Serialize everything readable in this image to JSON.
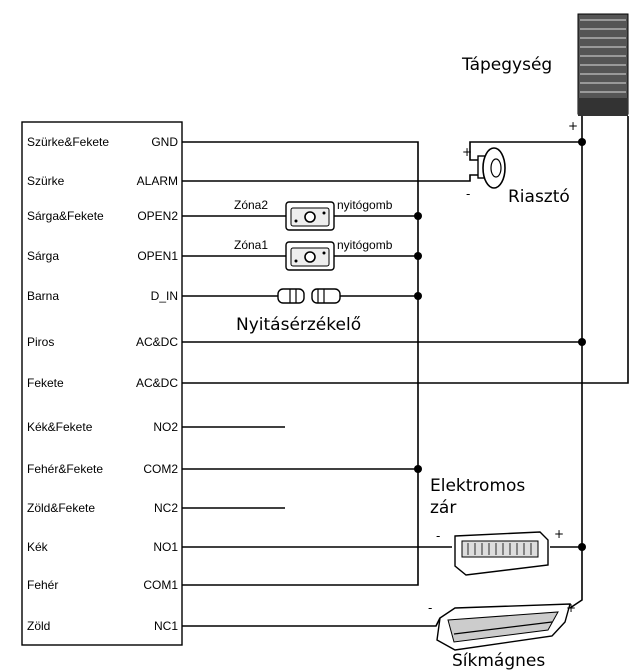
{
  "controller": {
    "rows": [
      {
        "color": "Szürke&Fekete",
        "pin": "GND"
      },
      {
        "color": "Szürke",
        "pin": "ALARM"
      },
      {
        "color": "Sárga&Fekete",
        "pin": "OPEN2"
      },
      {
        "color": "Sárga",
        "pin": "OPEN1"
      },
      {
        "color": "Barna",
        "pin": "D_IN"
      },
      {
        "color": "Piros",
        "pin": "AC&DC"
      },
      {
        "color": "Fekete",
        "pin": "AC&DC"
      },
      {
        "color": "Kék&Fekete",
        "pin": "NO2"
      },
      {
        "color": "Fehér&Fekete",
        "pin": "COM2"
      },
      {
        "color": "Zöld&Fekete",
        "pin": "NC2"
      },
      {
        "color": "Kék",
        "pin": "NO1"
      },
      {
        "color": "Fehér",
        "pin": "COM1"
      },
      {
        "color": "Zöld",
        "pin": "NC1"
      }
    ]
  },
  "power_supply": {
    "label": "Tápegység",
    "plus": "+"
  },
  "alarm": {
    "label": "Riasztó",
    "plus": "+",
    "minus": "-"
  },
  "button2": {
    "zone": "Zóna2",
    "label": "nyitógomb"
  },
  "button1": {
    "zone": "Zóna1",
    "label": "nyitógomb"
  },
  "door_sensor": {
    "label": "Nyitásérzékelő"
  },
  "electric_lock": {
    "label_line1": "Elektromos",
    "label_line2": "zár",
    "plus": "+",
    "minus": "-"
  },
  "maglock": {
    "label": "Síkmágnes",
    "plus": "+",
    "minus": "-"
  }
}
